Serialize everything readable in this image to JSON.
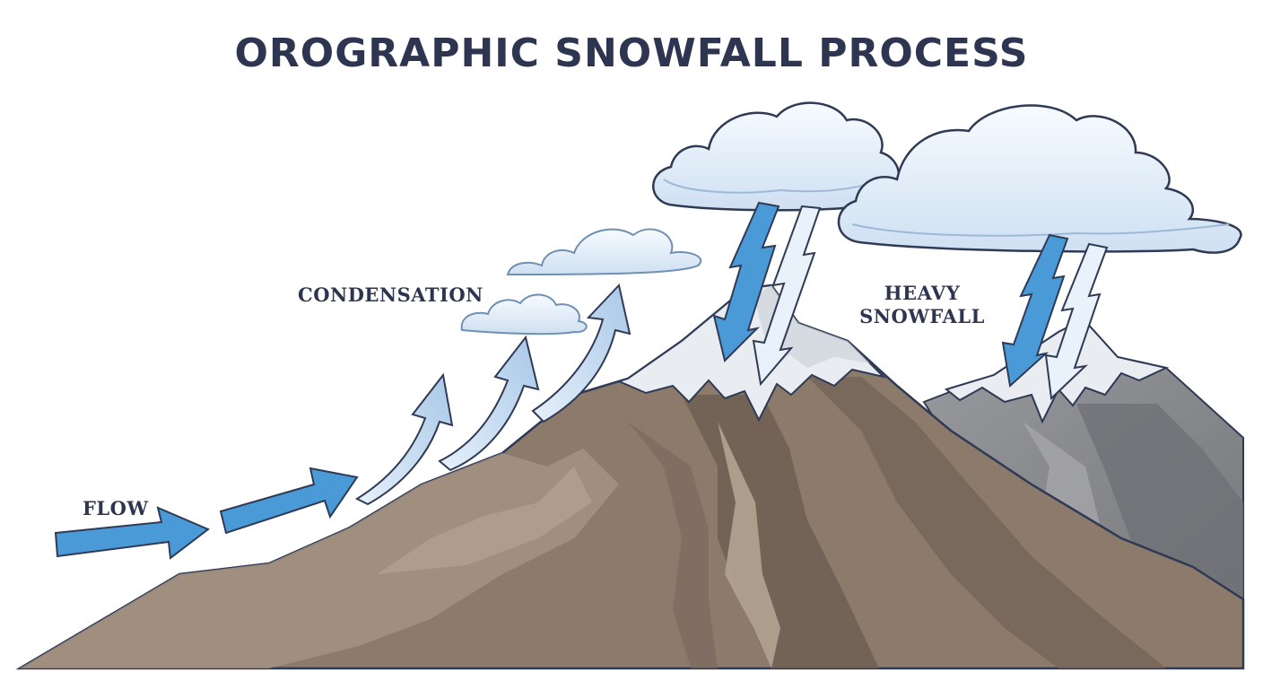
{
  "title": "OROGRAPHIC SNOWFALL PROCESS",
  "labels": {
    "flow": "FLOW",
    "condensation": "CONDENSATION",
    "heavy_snowfall_line1": "HEAVY",
    "heavy_snowfall_line2": "SNOWFALL"
  },
  "colors": {
    "text": "#2e3550",
    "outline": "#2f3a55",
    "arrow_blue": "#4a9ad8",
    "arrow_light": "#c9dcf0",
    "snow": "#e9edf2",
    "mountain_brown": "#8c7a6b",
    "mountain_brown_light": "#a39282",
    "mountain_brown_dark": "#6f5f54",
    "mountain_gray": "#8e8f93",
    "mountain_gray_dark": "#6f7175",
    "cloud_fill": "#eaf2fb",
    "cloud_shade": "#d3e3f3"
  }
}
